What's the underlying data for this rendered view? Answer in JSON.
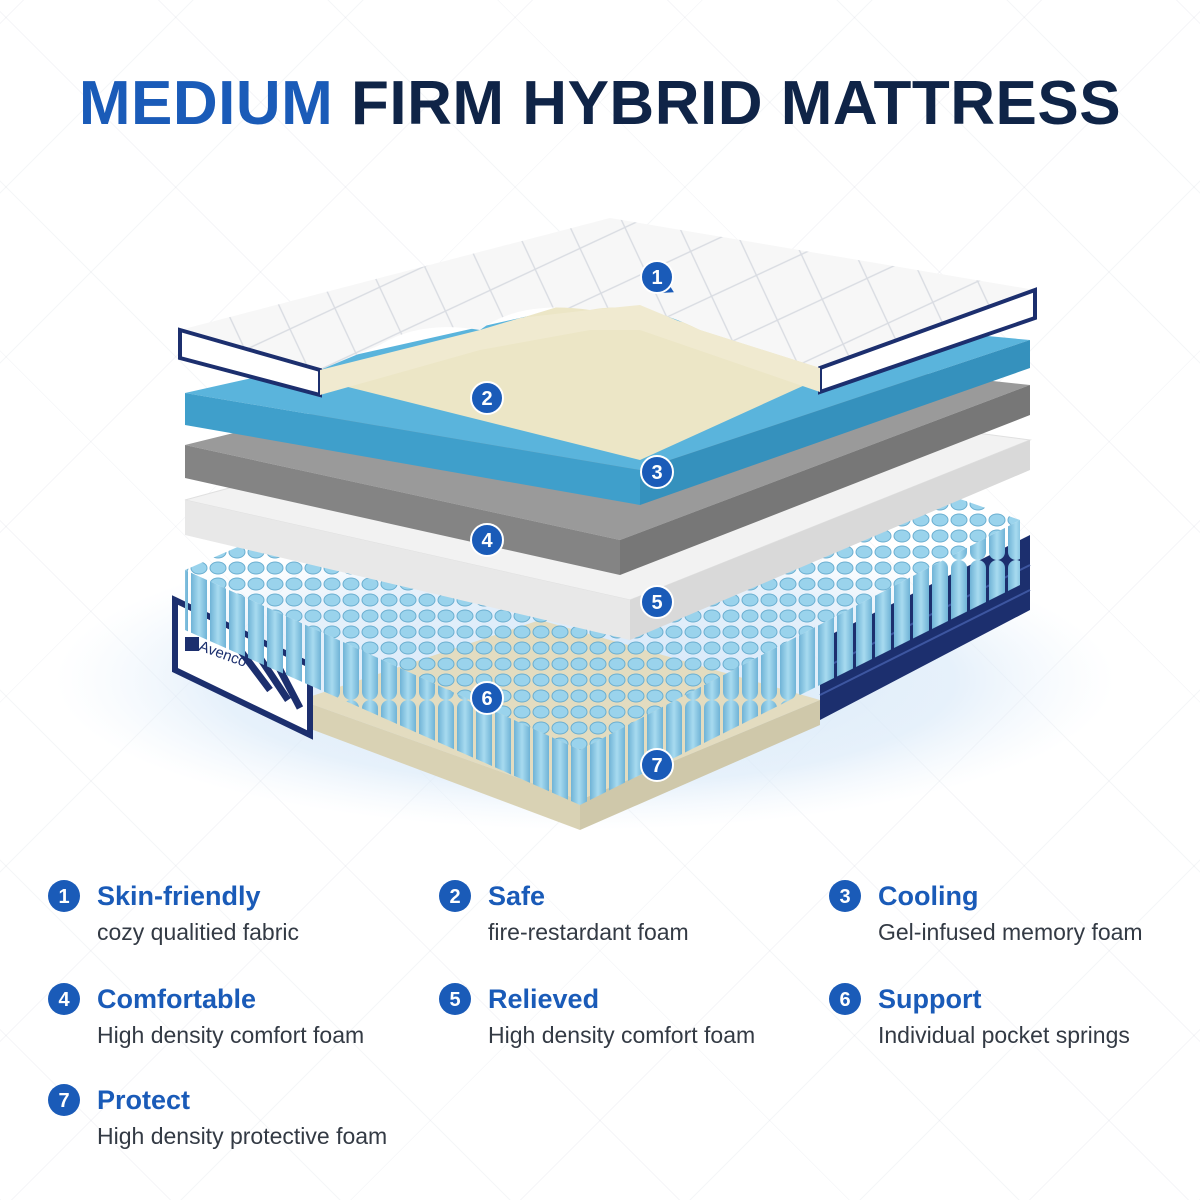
{
  "title": {
    "accent": "MEDIUM",
    "main": "FIRM HYBRID MATTRESS"
  },
  "brand_label": "Avenco",
  "markers": [
    "1",
    "2",
    "3",
    "4",
    "5",
    "6",
    "7"
  ],
  "features": [
    {
      "number": "1",
      "title": "Skin-friendly",
      "description": "cozy qualitied fabric"
    },
    {
      "number": "2",
      "title": "Safe",
      "description": "fire-restardant foam"
    },
    {
      "number": "3",
      "title": "Cooling",
      "description": "Gel-infused memory foam"
    },
    {
      "number": "4",
      "title": "Comfortable",
      "description": "High density comfort foam"
    },
    {
      "number": "5",
      "title": "Relieved",
      "description": "High density comfort foam"
    },
    {
      "number": "6",
      "title": "Support",
      "description": "Individual pocket springs"
    },
    {
      "number": "7",
      "title": "Protect",
      "description": "High density protective foam"
    }
  ],
  "colors": {
    "accent_blue": "#1a5bb8",
    "navy": "#0f2447",
    "badge_blue": "#1a5bb8",
    "gel_blue": "#5ab4dc",
    "spring_blue": "#8fcbe6",
    "grey_foam": "#8a8a8a",
    "cream_foam": "#ece6c6",
    "border_navy": "#1c2f6e"
  }
}
